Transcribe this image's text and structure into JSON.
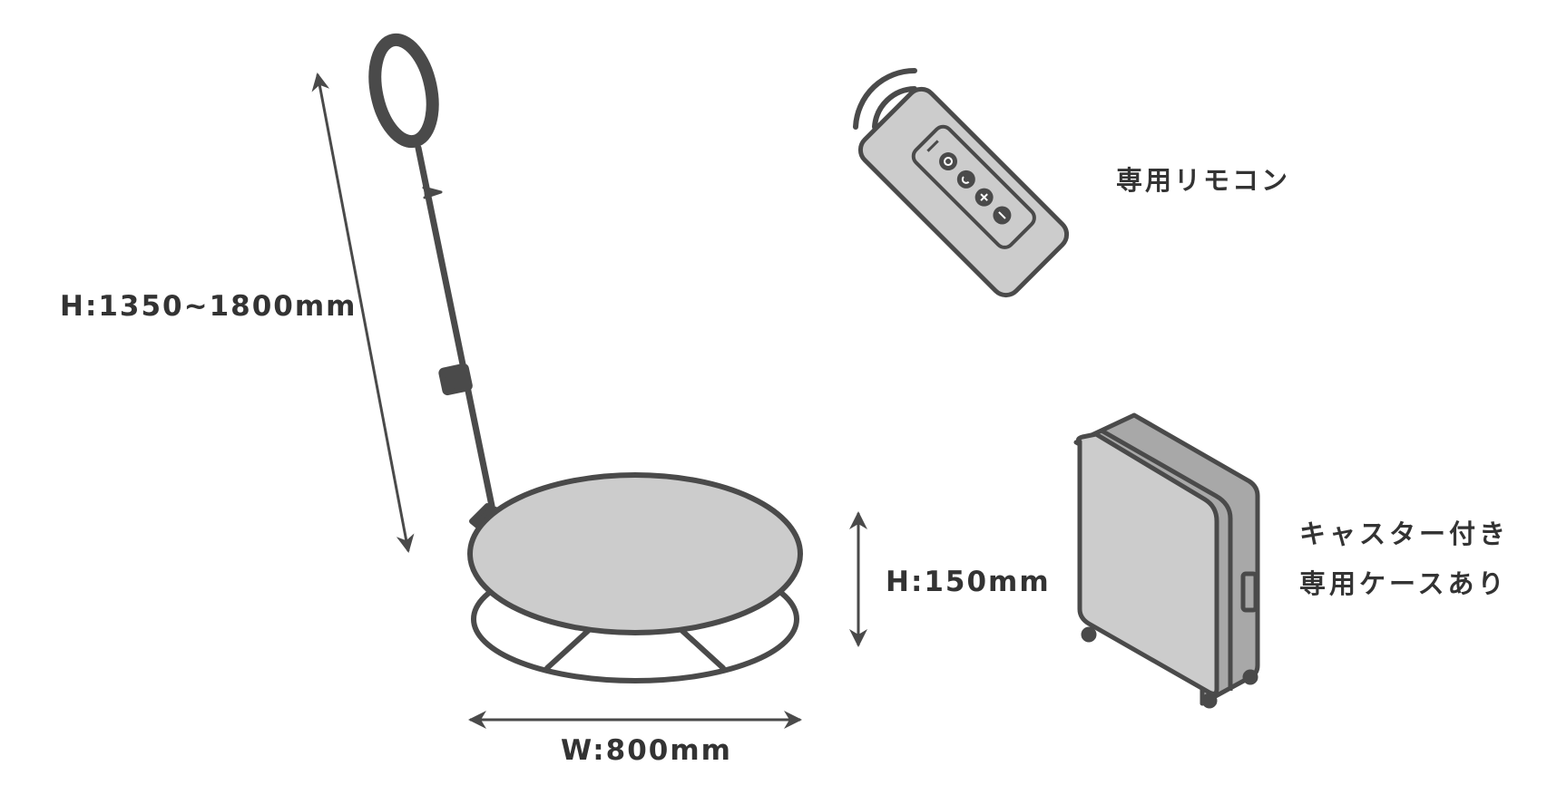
{
  "labels": {
    "height_range": "H:1350~1800mm",
    "height_base": "H:150mm",
    "width": "W:800mm",
    "remote": "専用リモコン",
    "case_line1": "キャスター付き",
    "case_line2": "専用ケースあり"
  },
  "colors": {
    "stroke": "#4a4a4a",
    "fill_light": "#cccccc",
    "fill_mid": "#a8a8a8",
    "text": "#333333"
  },
  "icons": {
    "remote": "remote-control-icon",
    "signal": "wireless-signal-icon",
    "suitcase": "suitcase-icon",
    "turntable": "turntable-icon"
  }
}
